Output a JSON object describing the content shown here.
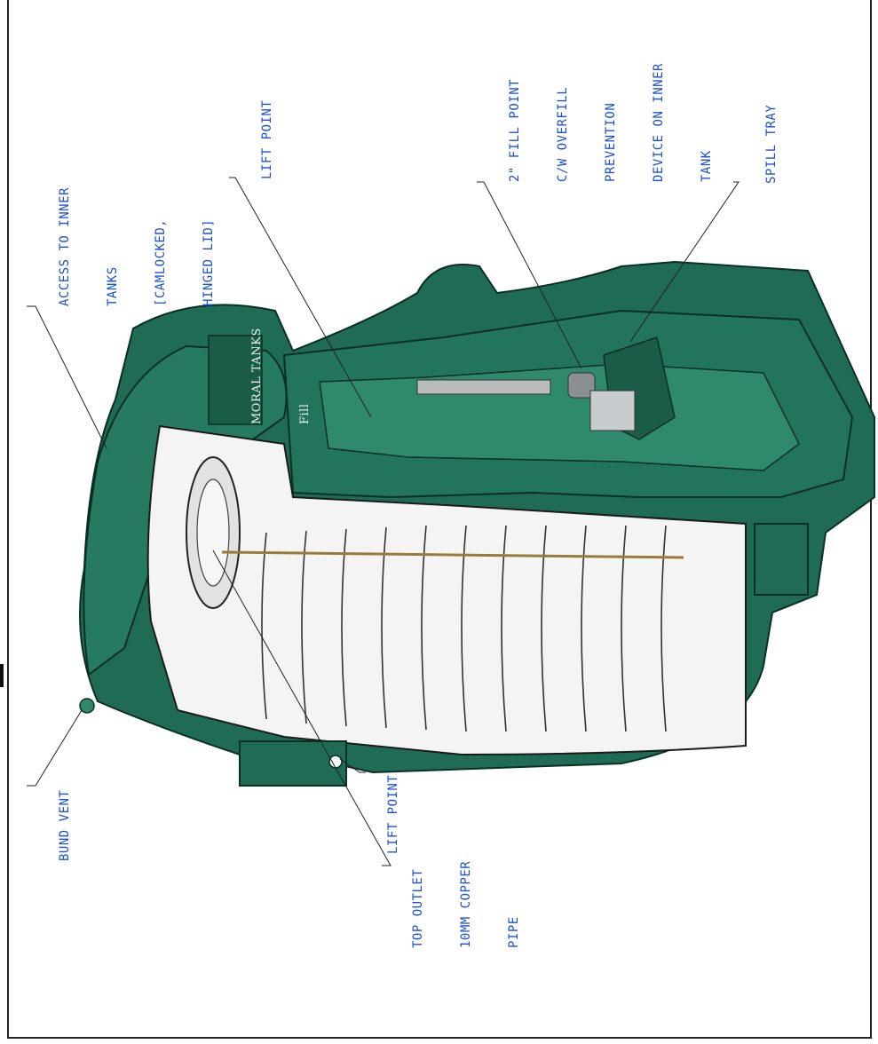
{
  "callouts": {
    "access": [
      "ACCESS TO INNER",
      "TANKS",
      "[CAMLOCKED,",
      "HINGED LID]"
    ],
    "lift_point_top": [
      "LIFT POINT"
    ],
    "fill_point": [
      "2\" FILL POINT",
      "C/W OVERFILL",
      "PREVENTION",
      "DEVICE ON INNER",
      "TANK"
    ],
    "spill_tray": [
      "SPILL TRAY"
    ],
    "bund_vent": [
      "BUND VENT"
    ],
    "lift_point_bottom": [
      "LIFT POINT"
    ],
    "top_outlet": [
      "TOP OUTLET",
      "10MM COPPER",
      "PIPE"
    ]
  },
  "brand_label": {
    "line1": "MORAL TANKS",
    "line2": "Fill"
  },
  "colors": {
    "tank_green": "#1f6b55",
    "tank_green_dark": "#0f4a3a",
    "tank_green_light": "#2f8a6d",
    "callout_blue": "#1a4fd6",
    "inner_white": "#f4f4f4"
  }
}
